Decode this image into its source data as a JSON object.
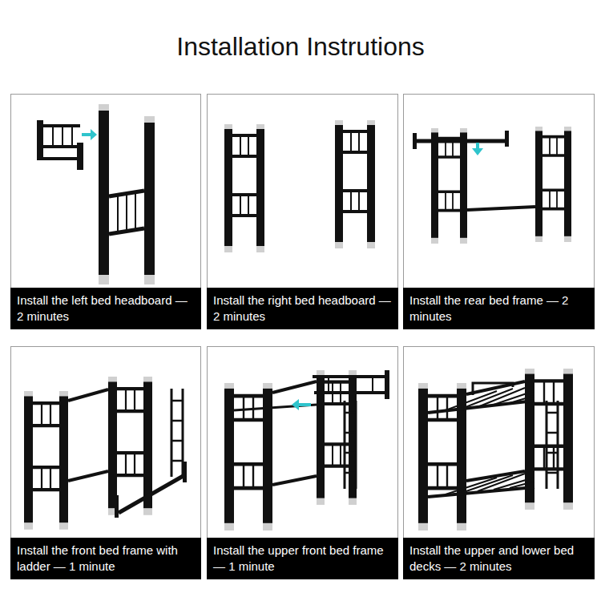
{
  "diagram": {
    "title": "Installation Instrutions",
    "nodes": [
      {
        "text": [
          "Install the left bed headboard — 2 minutes"
        ]
      },
      {
        "text": [
          "Install the right bed headboard — 2 minutes"
        ]
      },
      {
        "text": [
          "Install the rear bed frame — 2 minutes"
        ]
      },
      {
        "text": [
          "Install the front bed frame with ladder — 1 minute"
        ]
      },
      {
        "text": [
          "Install the upper front bed frame — 1 minute"
        ]
      },
      {
        "text": [
          "Install the upper and lower bed decks — 2 minutes"
        ]
      }
    ]
  }
}
